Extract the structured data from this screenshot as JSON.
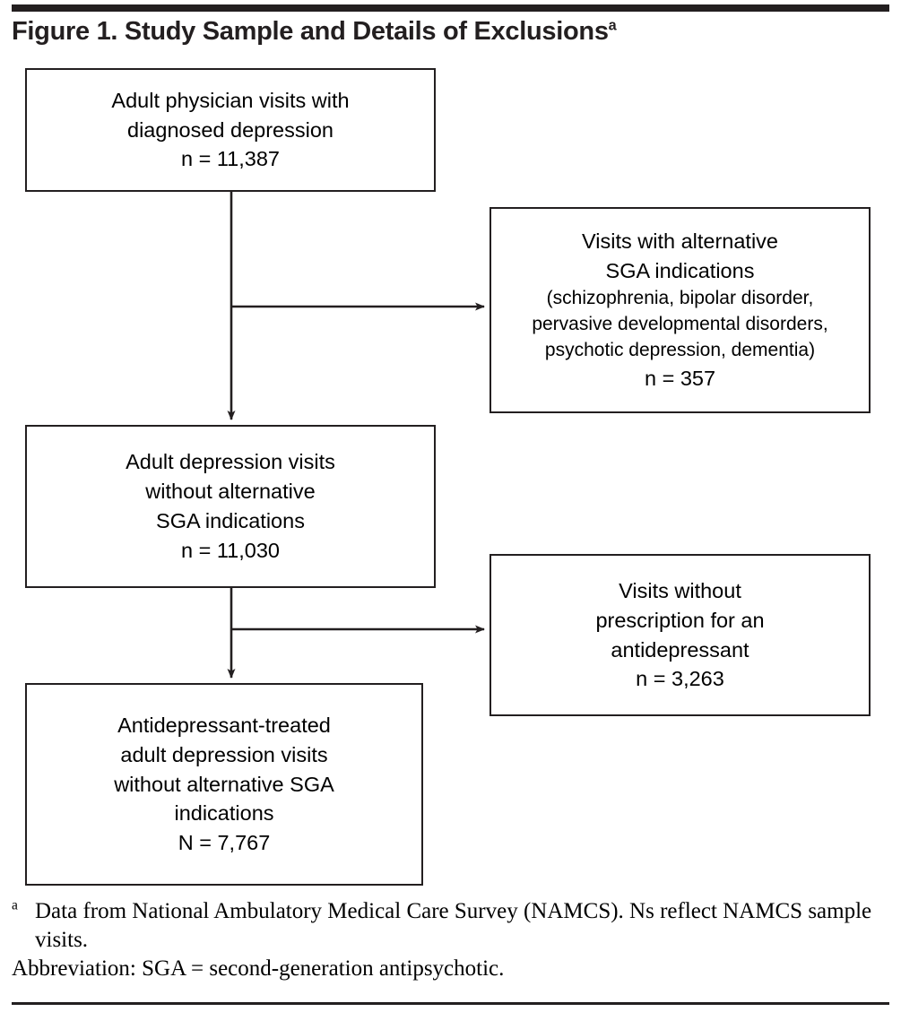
{
  "figure": {
    "title": "Figure 1. Study Sample and Details of Exclusions",
    "title_footnote_marker": "a"
  },
  "flow": {
    "nodes": [
      {
        "id": "total",
        "role": "cohort",
        "lines": [
          "Adult physician visits with",
          "diagnosed depression"
        ],
        "count_label": "n = 11,387"
      },
      {
        "id": "excl-sga",
        "role": "exclusion",
        "lines": [
          "Visits with alternative",
          "SGA indications"
        ],
        "detail_lines": [
          "(schizophrenia, bipolar disorder,",
          "pervasive developmental disorders,",
          "psychotic depression, dementia)"
        ],
        "count_label": "n = 357"
      },
      {
        "id": "noalt",
        "role": "cohort",
        "lines": [
          "Adult depression visits",
          "without alternative",
          "SGA indications"
        ],
        "count_label": "n = 11,030"
      },
      {
        "id": "excl-norx",
        "role": "exclusion",
        "lines": [
          "Visits without",
          "prescription for an",
          "antidepressant"
        ],
        "count_label": "n = 3,263"
      },
      {
        "id": "final",
        "role": "cohort",
        "lines": [
          "Antidepressant-treated",
          "adult depression visits",
          "without alternative SGA",
          "indications"
        ],
        "count_label": "N = 7,767"
      }
    ]
  },
  "notes": {
    "footnote_a_marker": "a",
    "footnote_a_text": "Data from National Ambulatory Medical Care Survey (NAMCS). Ns reflect NAMCS sample visits.",
    "abbreviation_text": "Abbreviation: SGA = second-generation antipsychotic."
  },
  "colors": {
    "ink": "#231f20",
    "rule": "#231f20",
    "background": "#ffffff"
  }
}
